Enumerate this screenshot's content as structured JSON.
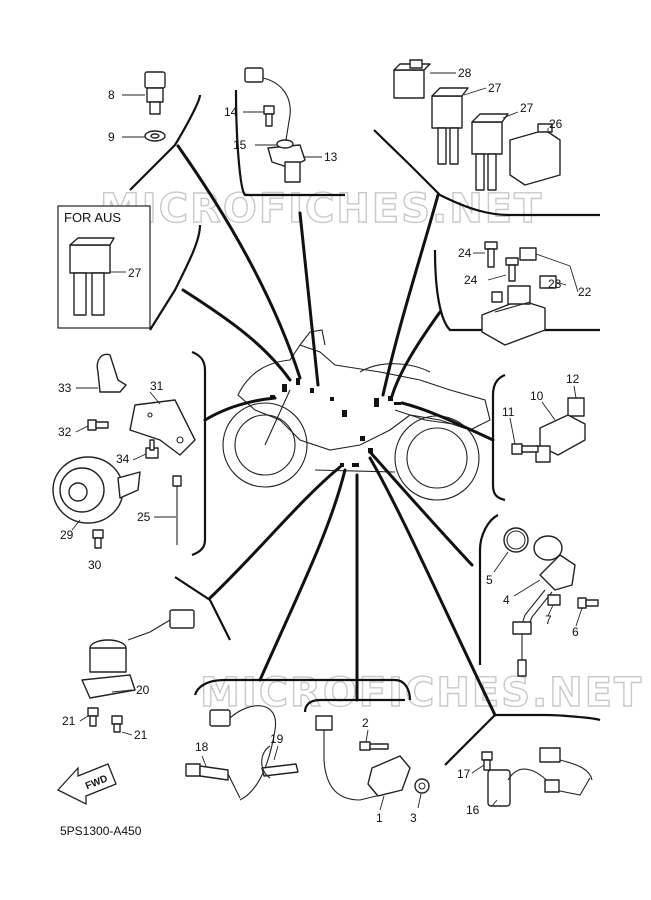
{
  "watermark": "MICROFICHES.NET",
  "inset_title": "FOR AUS",
  "diagram_code": "5PS1300-A450",
  "fwd_label": "FWD",
  "labels": {
    "l1": "1",
    "l2": "2",
    "l3": "3",
    "l4": "4",
    "l5": "5",
    "l6": "6",
    "l7": "7",
    "l8": "8",
    "l9": "9",
    "l10": "10",
    "l11": "11",
    "l12": "12",
    "l13": "13",
    "l14": "14",
    "l15": "15",
    "l16": "16",
    "l17": "17",
    "l18": "18",
    "l19": "19",
    "l20": "20",
    "l21a": "21",
    "l21b": "21",
    "l22": "22",
    "l23": "23",
    "l24a": "24",
    "l24b": "24",
    "l25": "25",
    "l26": "26",
    "l27a": "27",
    "l27b": "27",
    "l27c": "27",
    "l28": "28",
    "l29": "29",
    "l30": "30",
    "l31": "31",
    "l32": "32",
    "l33": "33",
    "l34": "34"
  }
}
